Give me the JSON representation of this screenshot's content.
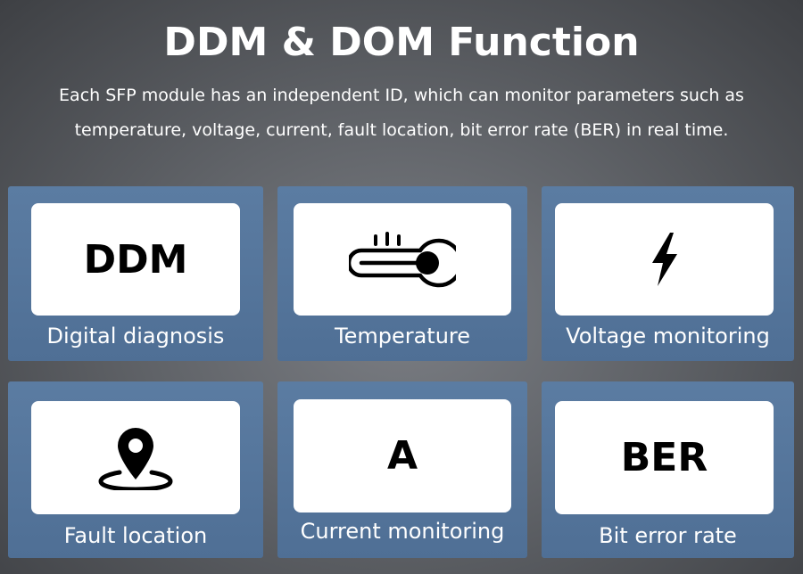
{
  "header": {
    "title": "DDM & DOM Function",
    "description": "Each SFP module has an independent ID, which can monitor parameters such as temperature, voltage, current, fault location, bit error rate (BER) in real time."
  },
  "cards": [
    {
      "tile_text": "DDM",
      "label": "Digital diagnosis"
    },
    {
      "icon": "thermometer-icon",
      "label": "Temperature"
    },
    {
      "icon": "lightning-bolt-icon",
      "label": "Voltage monitoring"
    },
    {
      "icon": "location-pin-icon",
      "label": "Fault location"
    },
    {
      "tile_text": "A",
      "label": "Current monitoring"
    },
    {
      "tile_text": "BER",
      "label": "Bit error rate"
    }
  ],
  "colors": {
    "card_blue": "#5576a0",
    "tile_white": "#ffffff",
    "background": "#606368"
  }
}
